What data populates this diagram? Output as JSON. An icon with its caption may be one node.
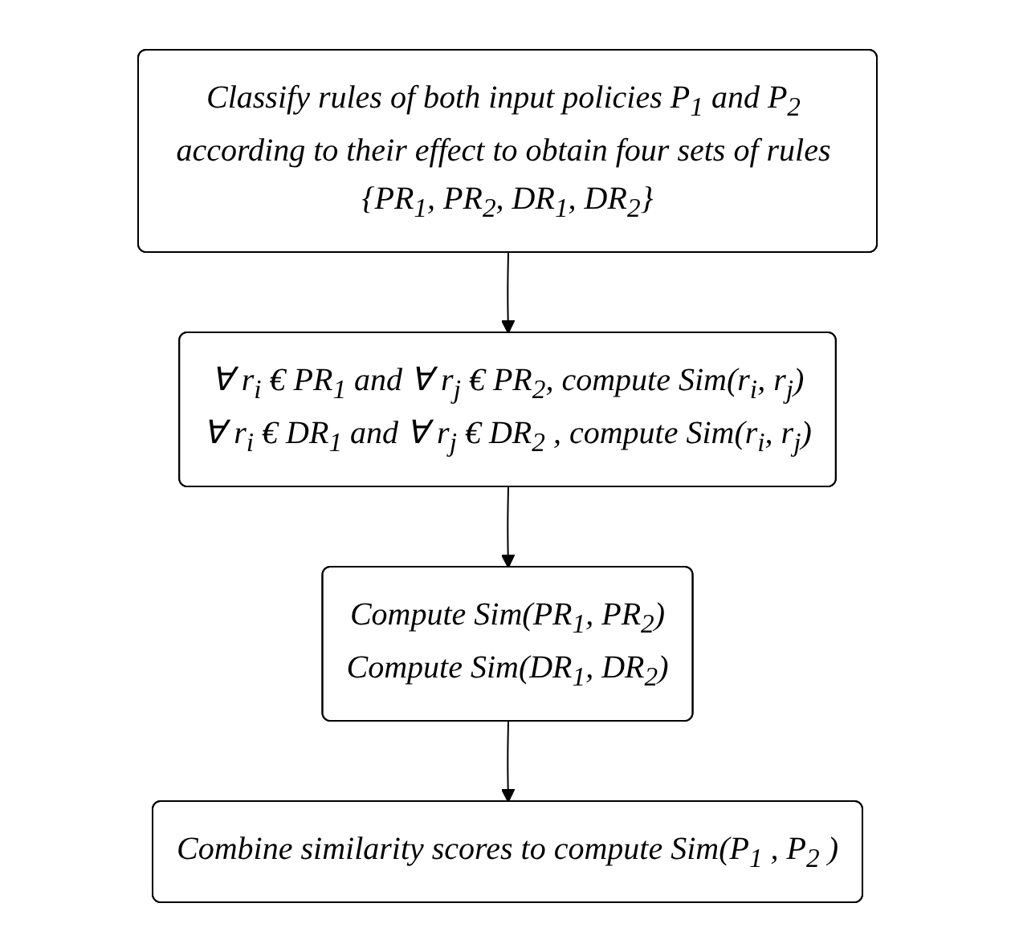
{
  "diagram": {
    "nodes": [
      {
        "text": [
          "Classify rules of both input policies P$_{1}$ and P$_{2}$ according to their effect to obtain four sets of rules {PR$_{1}$, PR$_{2}$, DR$_{1}$, DR$_{2}$}"
        ]
      },
      {
        "text": [
          "∀ r$_{i}$ € PR$_{1}$ and ∀ r$_{j}$ € PR$_{2}$, compute Sim(r$_{i}$, r$_{j}$)",
          "∀ r$_{i}$ € DR$_{1}$ and ∀ r$_{j}$ € DR$_{2}$ , compute Sim(r$_{i}$, r$_{j}$)"
        ]
      },
      {
        "text": [
          "Compute Sim(PR$_{1}$, PR$_{2}$)",
          "Compute Sim(DR$_{1}$, DR$_{2}$)"
        ]
      },
      {
        "text": [
          "Combine similarity scores to compute Sim(P$_{1}$ , P$_{2}$ )"
        ]
      }
    ],
    "edges": [
      {
        "from": 0,
        "to": 1,
        "arrow": "to"
      },
      {
        "from": 1,
        "to": 2,
        "arrow": "to"
      },
      {
        "from": 2,
        "to": 3,
        "arrow": "to"
      }
    ]
  }
}
